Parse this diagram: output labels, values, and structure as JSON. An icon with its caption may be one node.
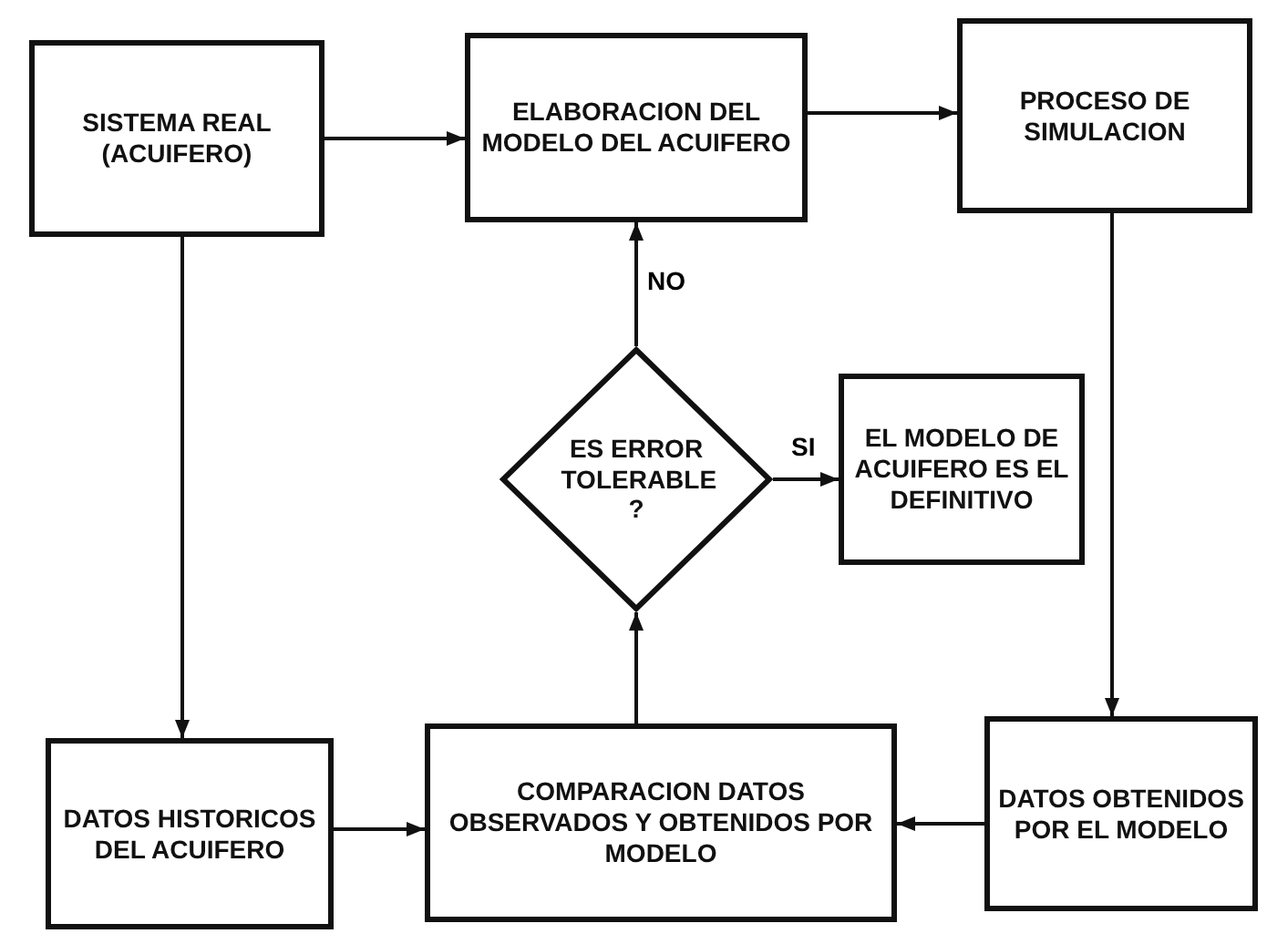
{
  "diagram": {
    "nodes": [
      {
        "text": [
          "SISTEMA REAL (ACUIFERO)"
        ]
      },
      {
        "text": [
          "ELABORACION DEL MODELO DEL ACUIFERO"
        ]
      },
      {
        "text": [
          "PROCESO DE SIMULACION"
        ]
      },
      {
        "text": [
          "ES ERROR TOLERABLE ?"
        ]
      },
      {
        "text": [
          "EL MODELO DE ACUIFERO ES EL DEFINITIVO"
        ]
      },
      {
        "text": [
          "DATOS HISTORICOS DEL ACUIFERO"
        ]
      },
      {
        "text": [
          "COMPARACION DATOS OBSERVADOS Y OBTENIDOS POR MODELO"
        ]
      },
      {
        "text": [
          "DATOS OBTENIDOS POR EL MODELO"
        ]
      }
    ],
    "edges": [
      {
        "from": 0,
        "to": 1,
        "arrow": "to"
      },
      {
        "from": 1,
        "to": 2,
        "arrow": "to"
      },
      {
        "from": 2,
        "to": 7,
        "arrow": "to"
      },
      {
        "from": 0,
        "to": 5,
        "arrow": "to"
      },
      {
        "from": 5,
        "to": 6,
        "arrow": "to"
      },
      {
        "from": 7,
        "to": 6,
        "arrow": "to"
      },
      {
        "from": 6,
        "to": 3,
        "arrow": "to"
      },
      {
        "from": 3,
        "to": 1,
        "label": "NO",
        "arrow": "to"
      },
      {
        "from": 3,
        "to": 4,
        "label": "SI",
        "arrow": "to"
      }
    ]
  }
}
